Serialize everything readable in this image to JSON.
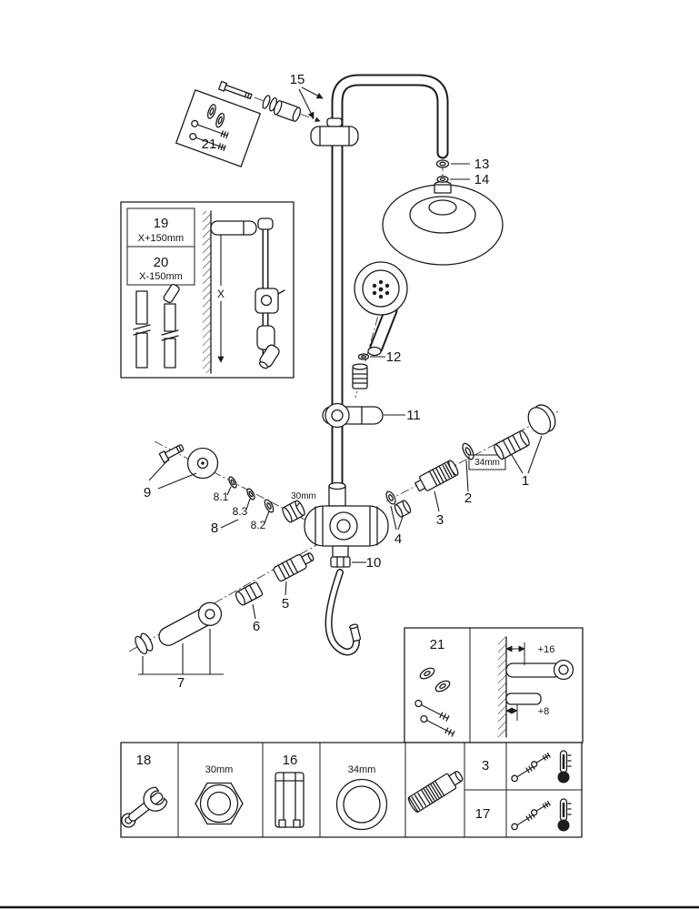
{
  "figure": {
    "background": "#ffffff",
    "line_color": "#1c1c1c"
  },
  "callouts": {
    "p1": "1",
    "p2": "2",
    "p3": "3",
    "p4": "4",
    "p5": "5",
    "p6": "6",
    "p7": "7",
    "p8": "8",
    "p8_1": "8.1",
    "p8_2": "8.2",
    "p8_3": "8.3",
    "p9": "9",
    "p10": "10",
    "p11": "11",
    "p12": "12",
    "p13": "13",
    "p14": "14",
    "p15": "15"
  },
  "dims": {
    "union_nut": "30mm",
    "ring_nut": "34mm"
  },
  "inset_rail": {
    "part_upper": "19",
    "dim_upper": "X+150mm",
    "part_lower": "20",
    "dim_lower": "X-150mm",
    "height": "X"
  },
  "inset_screw_kit": {
    "part": "21"
  },
  "inset_mount_offsets": {
    "part": "21",
    "offset_upper": "+16",
    "offset_lower": "+8"
  },
  "legend": {
    "part_wrench": "18",
    "size_nut": "30mm",
    "part_sleeve": "16",
    "size_ring": "34mm",
    "part_row_top": "3",
    "part_row_bottom": "17"
  }
}
